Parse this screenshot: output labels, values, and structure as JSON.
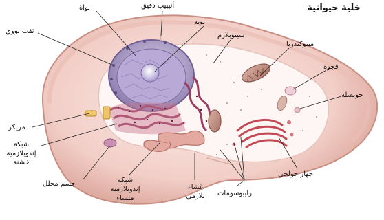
{
  "title": "خلية حيوانية",
  "labels": {
    "microtubule": "أنيبيب دقيق",
    "nucleus": "نواة",
    "nuclear_pore": "ثقب نووي",
    "nucleolus": "نوية",
    "cytoplasm": "سيتوبلازم",
    "mitochondria": "ميتوكندريا",
    "vacuole": "فجوة",
    "vesicle": "حويصلة",
    "centriole": "مريكز",
    "rough_er_1": "شبكة",
    "rough_er_2": "إندوبلازمية",
    "rough_er_3": "خشنة",
    "lysosome": "جسم محلل",
    "smooth_er_1": "شبكة",
    "smooth_er_2": "إندوبلازمية",
    "smooth_er_3": "ملساء",
    "cell_membrane_1": "غشاء",
    "cell_membrane_2": "بلازمي",
    "ribosomes": "رايبوسومات",
    "golgi": "جهاز جولجي"
  }
}
